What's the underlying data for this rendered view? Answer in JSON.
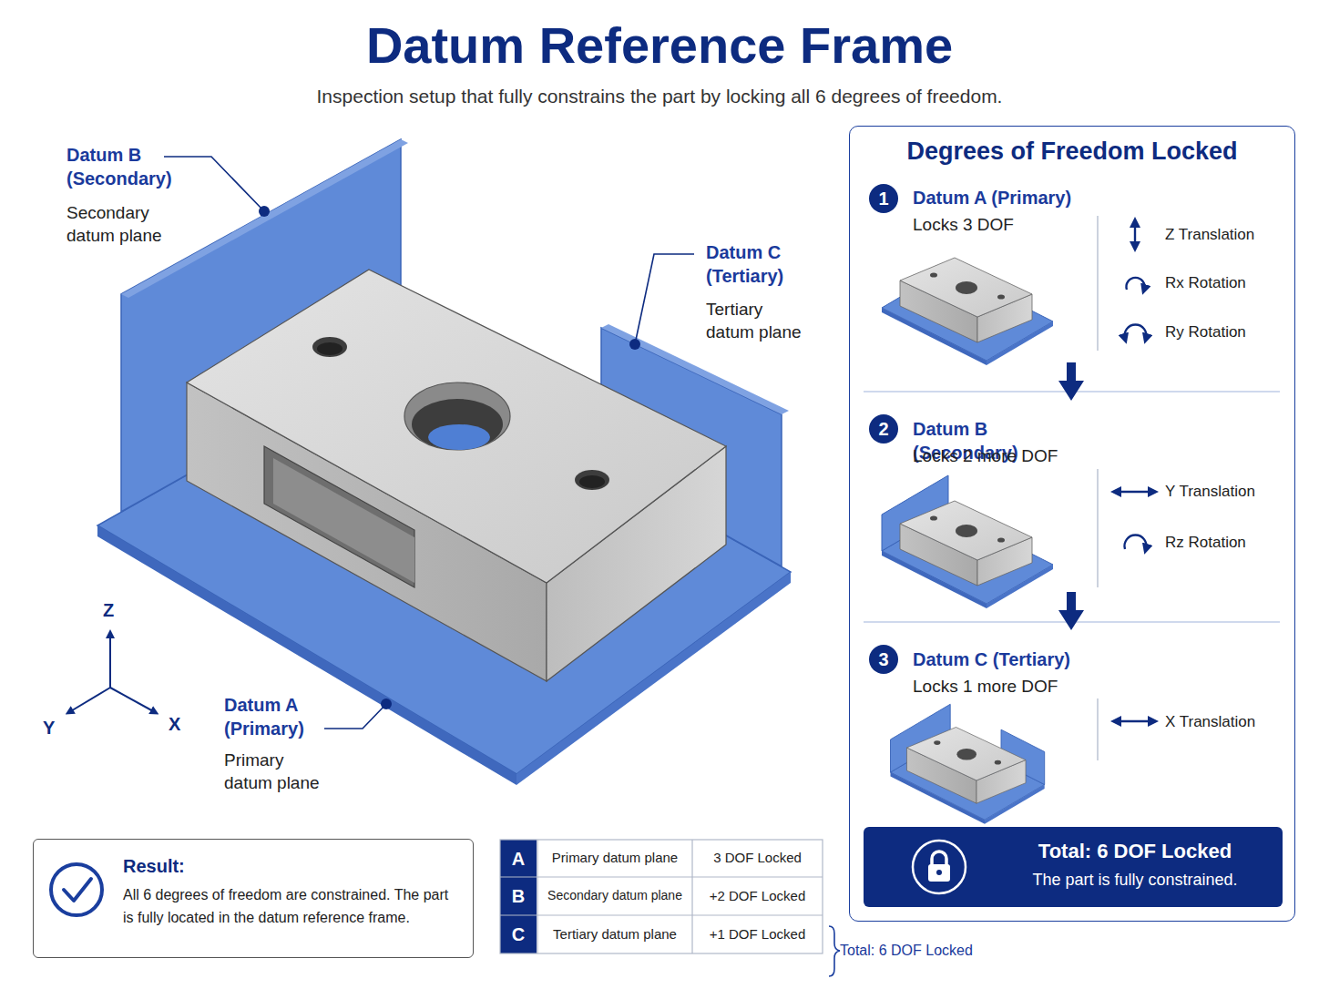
{
  "diagram": {
    "title": "Datum Reference Frame",
    "caption": "Inspection setup that fully constrains the part by locking all 6 degrees of freedom.",
    "nodes": [
      {
        "text": [
          "Degrees of Freedom Locked"
        ]
      },
      {
        "text": [
          "1"
        ],
        "in": 0
      },
      {
        "text": [
          "2"
        ],
        "in": 0
      },
      {
        "text": [
          "3"
        ],
        "in": 0
      },
      {
        "text": [
          "Total: 6 DOF Locked",
          "The part is fully constrained."
        ],
        "in": 0
      },
      {
        "text": [
          "Result:",
          "All 6 degrees of freedom are constrained. The part is fully located in the datum reference frame."
        ]
      }
    ],
    "labels": [
      "Datum B (Secondary)",
      "Secondary datum plane",
      "Datum C (Tertiary)",
      "Tertiary datum plane",
      "Datum A (Primary)",
      "Primary datum plane",
      "Z",
      "Y",
      "X",
      "Datum A (Primary)",
      "Locks 3 DOF",
      "Z Translation",
      "Rx Rotation",
      "Ry Rotation",
      "Datum B (Secondary)",
      "Locks 2 more DOF",
      "Y Translation",
      "Rz Rotation",
      "Datum C (Tertiary)",
      "Locks 1 more DOF",
      "X Translation",
      "A",
      "Primary datum plane",
      "3 DOF Locked",
      "B",
      "Secondary datum plane",
      "+2 DOF Locked",
      "C",
      "Tertiary datum plane",
      "+1 DOF Locked",
      "Total: 6 DOF Locked"
    ]
  }
}
